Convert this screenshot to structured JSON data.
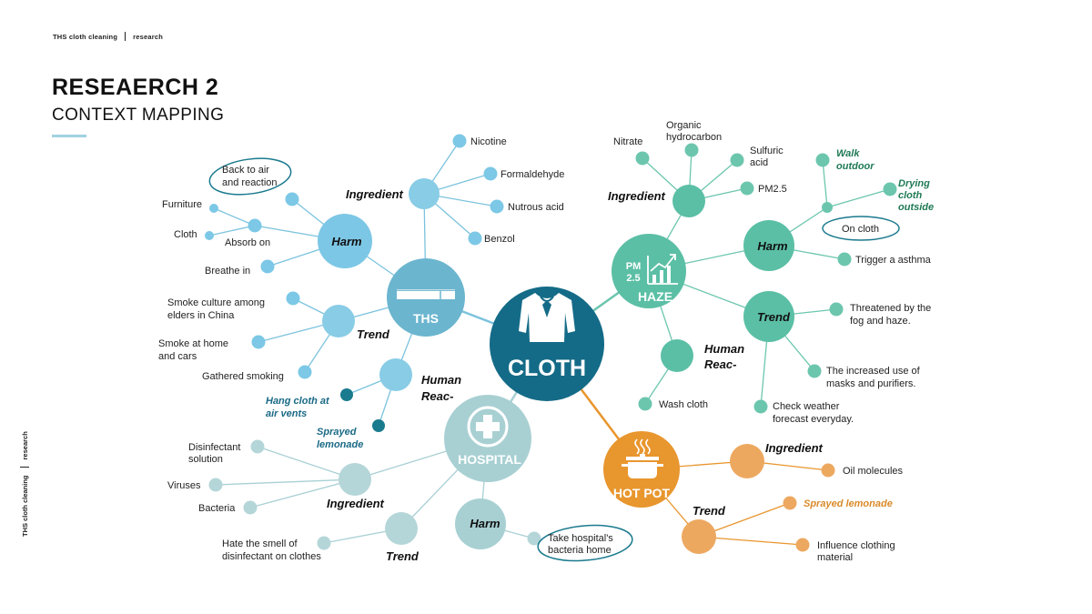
{
  "header": {
    "project": "THS cloth cleaning",
    "section": "research"
  },
  "side_label": {
    "project": "THS cloth cleaning",
    "section": "research"
  },
  "title": "RESEAERCH 2",
  "subtitle": "CONTEXT  MAPPING",
  "colors": {
    "center": "#146b87",
    "ths": "#6bb5cf",
    "ths_light": "#88c9e6",
    "haze": "#5bbfa5",
    "hospital": "#a8d0d3",
    "hotpot": "#e8962e",
    "hotpot_light": "#eda860",
    "dark_teal": "#1f7e8e"
  },
  "map": {
    "center": {
      "label": "CLOTH"
    },
    "hubs": {
      "ths": {
        "label": "THS"
      },
      "haze": {
        "label": "HAZE",
        "badge_line1": "PM",
        "badge_line2": "2.5"
      },
      "hospital": {
        "label": "HOSPITAL"
      },
      "hotpot": {
        "label": "HOT POT"
      }
    },
    "categories": {
      "ths_ingredient": "Ingredient",
      "ths_harm": "Harm",
      "ths_trend": "Trend",
      "ths_human1": "Human",
      "ths_human2": "Reac-",
      "haze_ingredient": "Ingredient",
      "haze_harm": "Harm",
      "haze_trend": "Trend",
      "haze_human1": "Human",
      "haze_human2": "Reac-",
      "hosp_ingredient": "Ingredient",
      "hosp_harm": "Harm",
      "hosp_trend": "Trend",
      "hot_ingredient": "Ingredient",
      "hot_trend": "Trend"
    },
    "leaves": {
      "nicotine": "Nicotine",
      "formaldehyde": "Formaldehyde",
      "nitrous": "Nutrous acid",
      "benzol": "Benzol",
      "back_air1": "Back to air",
      "back_air2": "and reaction",
      "furniture": "Furniture",
      "cloth": "Cloth",
      "absorb": "Absorb on",
      "breathe": "Breathe in",
      "smoke_culture1": "Smoke culture among",
      "smoke_culture2": "elders in China",
      "smoke_home1": "Smoke at home",
      "smoke_home2": "and cars",
      "gathered": "Gathered smoking",
      "hang1": "Hang cloth at",
      "hang2": "air vents",
      "sprayed_ths1": "Sprayed",
      "sprayed_ths2": "lemonade",
      "nitrate": "Nitrate",
      "organic1": "Organic",
      "organic2": "hydrocarbon",
      "sulfuric1": "Sulfuric",
      "sulfuric2": "acid",
      "pm25": "PM2.5",
      "walk1": "Walk",
      "walk2": "outdoor",
      "drying1": "Drying",
      "drying2": "cloth",
      "drying3": "outside",
      "on_cloth": "On cloth",
      "asthma": "Trigger a asthma",
      "threatened1": "Threatened by the",
      "threatened2": "fog and haze.",
      "masks1": "The increased use of",
      "masks2": "masks and purifiers.",
      "weather1": "Check weather",
      "weather2": "forecast everyday.",
      "wash": "Wash cloth",
      "disinfectant1": "Disinfectant",
      "disinfectant2": "solution",
      "viruses": "Viruses",
      "bacteria": "Bacteria",
      "hate1": "Hate the smell of",
      "hate2": "disinfectant on clothes",
      "take1": "Take hospital's",
      "take2": "bacteria home",
      "oil": "Oil molecules",
      "sprayed_hot": "Sprayed lemonade",
      "influence1": "Influence clothing",
      "influence2": "material"
    }
  }
}
